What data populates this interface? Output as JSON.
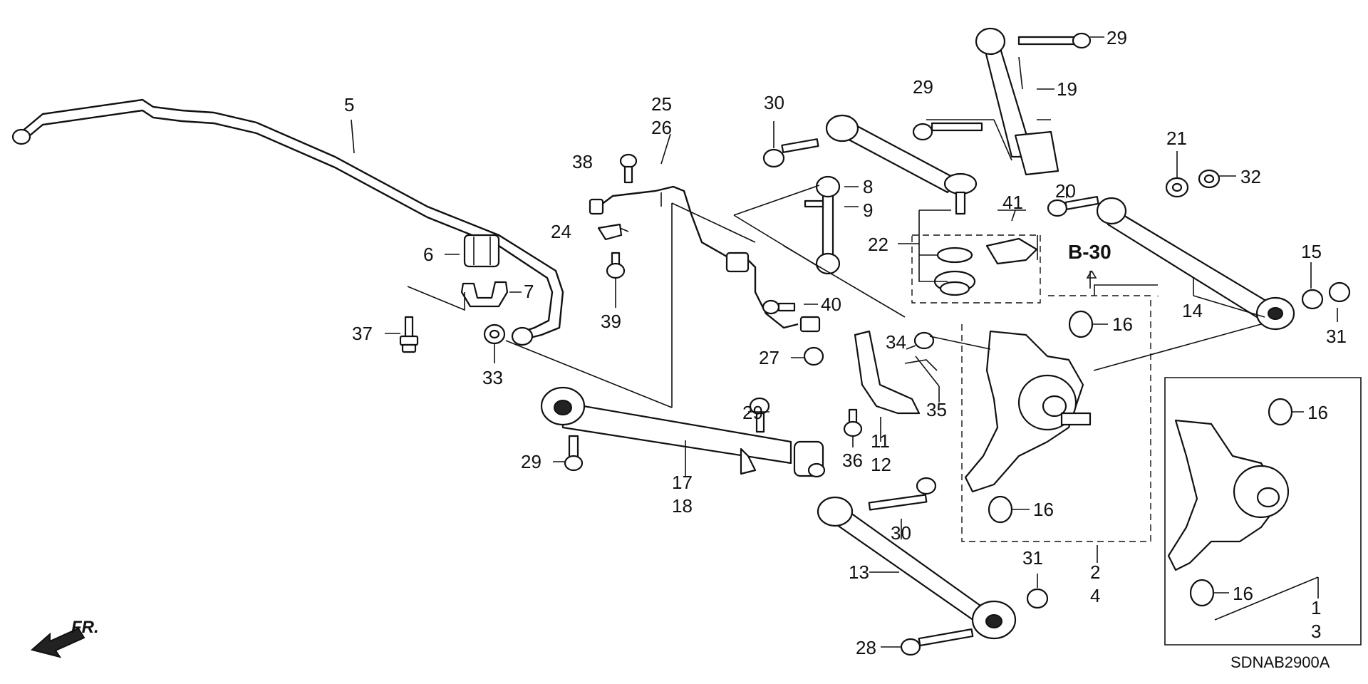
{
  "diagram": {
    "callouts": {
      "p1": "1",
      "p2": "2",
      "p3": "3",
      "p4": "4",
      "p5": "5",
      "p6": "6",
      "p7": "7",
      "p8": "8",
      "p9": "9",
      "p11": "11",
      "p12": "12",
      "p13": "13",
      "p14": "14",
      "p15": "15",
      "p16a": "16",
      "p16b": "16",
      "p16c": "16",
      "p16d": "16",
      "p17": "17",
      "p18": "18",
      "p19": "19",
      "p20": "20",
      "p21": "21",
      "p22": "22",
      "p24": "24",
      "p25": "25",
      "p26": "26",
      "p27": "27",
      "p28": "28",
      "p29a": "29",
      "p29b": "29",
      "p29c": "29",
      "p29d": "29",
      "p30a": "30",
      "p30b": "30",
      "p31a": "31",
      "p31b": "31",
      "p32": "32",
      "p33": "33",
      "p34": "34",
      "p35": "35",
      "p36": "36",
      "p37": "37",
      "p38": "38",
      "p39": "39",
      "p40": "40",
      "p41": "41"
    },
    "section_ref": "B-30",
    "direction_label": "FR.",
    "diagram_code": "SDNAB2900A"
  }
}
